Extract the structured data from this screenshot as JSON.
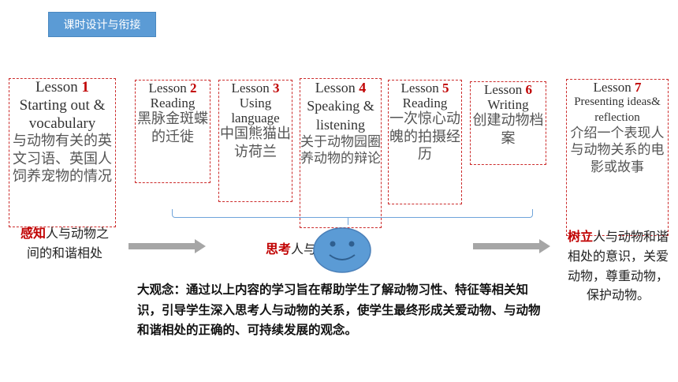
{
  "title_tag": "课时设计与衔接",
  "lessons": [
    {
      "head": "Lesson",
      "num": "1",
      "en": "Starting out & vocabulary",
      "cn": "与动物有关的英文习语、英国人饲养宠物的情况"
    },
    {
      "head": "Lesson",
      "num": "2",
      "en": "Reading",
      "cn": "黑脉金斑蝶的迁徙"
    },
    {
      "head": "Lesson",
      "num": "3",
      "en": "Using language",
      "cn": "中国熊猫出访荷兰"
    },
    {
      "head": "Lesson",
      "num": "4",
      "en": "Speaking & listening",
      "cn": "关于动物园圈养动物的辩论"
    },
    {
      "head": "Lesson",
      "num": "5",
      "en": "Reading",
      "cn": "一次惊心动魄的拍摄经历"
    },
    {
      "head": "Lesson",
      "num": "6",
      "en": "Writing",
      "cn": "创建动物档案"
    },
    {
      "head": "Lesson",
      "num": "7",
      "en": "Presenting ideas& reflection",
      "cn": "介绍一个表现人与动物关系的电影或故事"
    }
  ],
  "perceive": {
    "hl": "感知",
    "rest": "人与动物之间的和谐相处"
  },
  "think": {
    "hl": "思考",
    "rest": "人与动物关系"
  },
  "build": {
    "hl": "树立",
    "rest": "人与动物和谐相处的意识，关爱动物，尊重动物，保护动物。"
  },
  "big_idea": "大观念：通过以上内容的学习旨在帮助学生了解动物习性、特征等相关知识，引导学生深入思考人与动物的关系，使学生最终形成关爱动物、与动物和谐相处的正确的、可持续发展的观念。",
  "colors": {
    "accent": "#5b9bd5",
    "highlight": "#c00000",
    "border": "#cc2b2b",
    "arrow": "#a6a6a6"
  }
}
